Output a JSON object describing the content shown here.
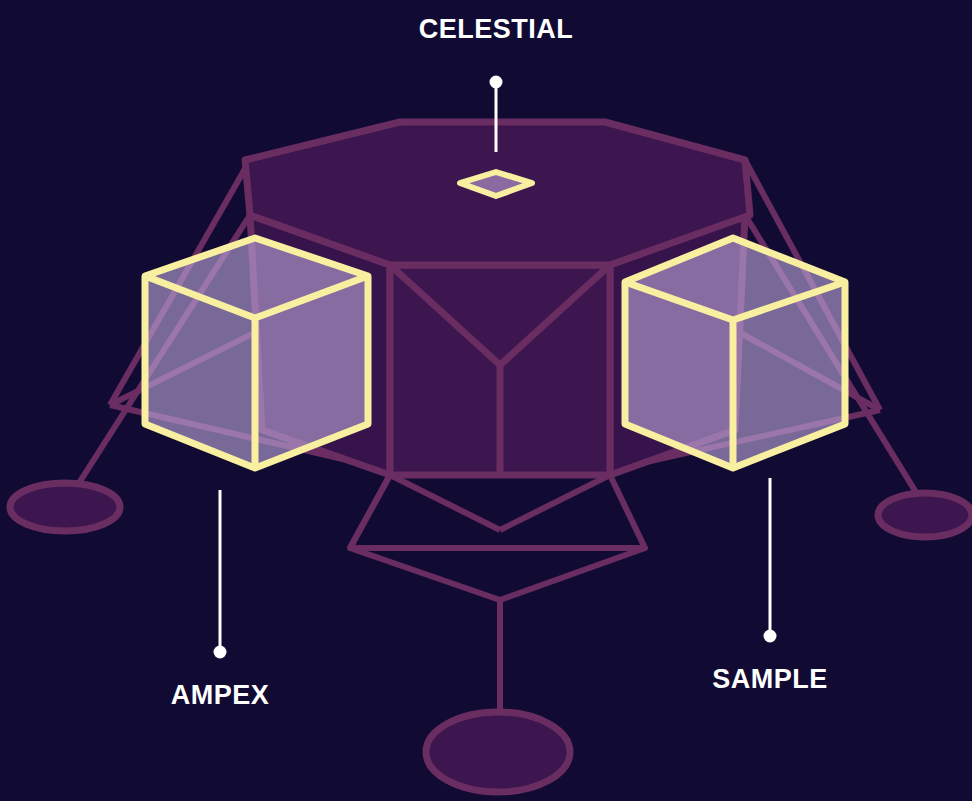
{
  "diagram": {
    "labels": [
      "CELESTIAL",
      "AMPEX",
      "SAMPLE"
    ]
  }
}
